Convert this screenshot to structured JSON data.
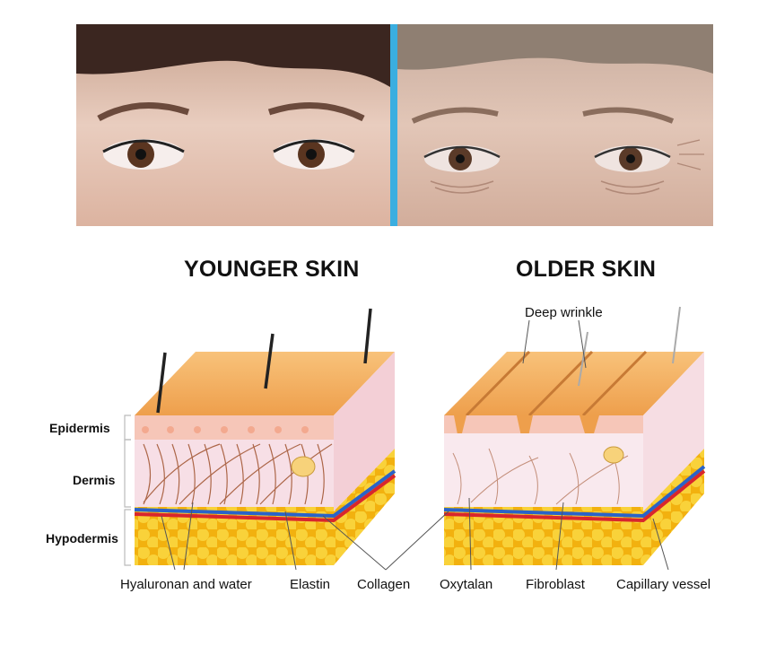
{
  "headings": {
    "younger": "YOUNGER SKIN",
    "older": "OLDER SKIN"
  },
  "layers": {
    "epidermis": "Epidermis",
    "dermis": "Dermis",
    "hypodermis": "Hypodermis"
  },
  "annotations": {
    "deep_wrinkle": "Deep wrinkle"
  },
  "components": {
    "hyaluronan": "Hyaluronan and water",
    "elastin": "Elastin",
    "collagen": "Collagen",
    "oxytalan": "Oxytalan",
    "fibroblast": "Fibroblast",
    "capillary": "Capillary vessel"
  },
  "colors": {
    "divider": "#3aaee0",
    "skin_top": "#f5b56a",
    "epidermis": "#f6c6b8",
    "dermis": "#f7dfe6",
    "fat": "#f7c21a",
    "artery": "#d8262d",
    "vein": "#2a63c8"
  }
}
